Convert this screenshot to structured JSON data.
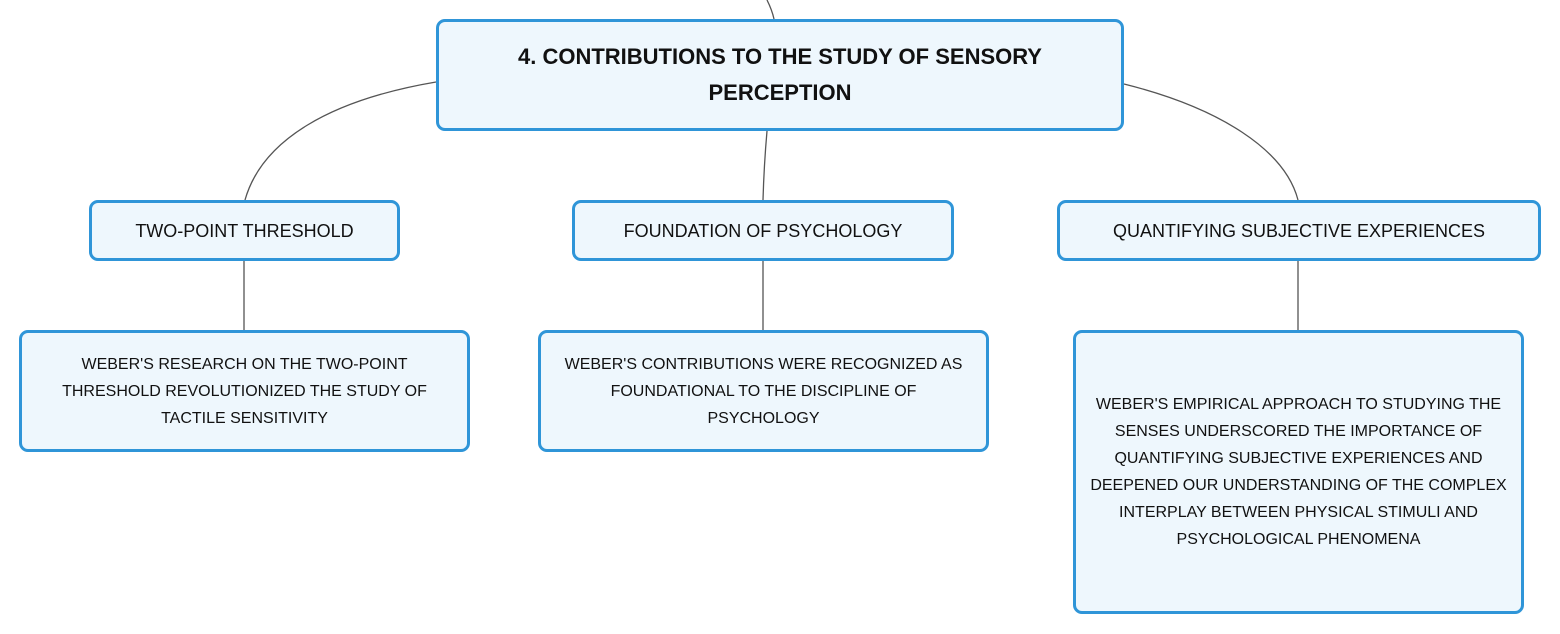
{
  "map": {
    "root": {
      "title": "4. CONTRIBUTIONS TO THE STUDY OF SENSORY PERCEPTION"
    },
    "branches": [
      {
        "label": "TWO-POINT THRESHOLD",
        "detail": "WEBER'S RESEARCH ON THE TWO-POINT THRESHOLD REVOLUTIONIZED THE STUDY OF TACTILE SENSITIVITY"
      },
      {
        "label": "FOUNDATION OF PSYCHOLOGY",
        "detail": "WEBER'S CONTRIBUTIONS WERE RECOGNIZED AS FOUNDATIONAL TO THE DISCIPLINE OF PSYCHOLOGY"
      },
      {
        "label": "QUANTIFYING SUBJECTIVE EXPERIENCES",
        "detail": "WEBER'S EMPIRICAL APPROACH TO STUDYING THE SENSES UNDERSCORED THE IMPORTANCE OF QUANTIFYING SUBJECTIVE EXPERIENCES AND DEEPENED OUR UNDERSTANDING OF THE COMPLEX INTERPLAY BETWEEN PHYSICAL STIMULI AND PSYCHOLOGICAL PHENOMENA"
      }
    ]
  },
  "colors": {
    "node_fill": "#eef7fd",
    "node_border": "#2f95d8",
    "connector": "#555555",
    "text": "#111111"
  }
}
